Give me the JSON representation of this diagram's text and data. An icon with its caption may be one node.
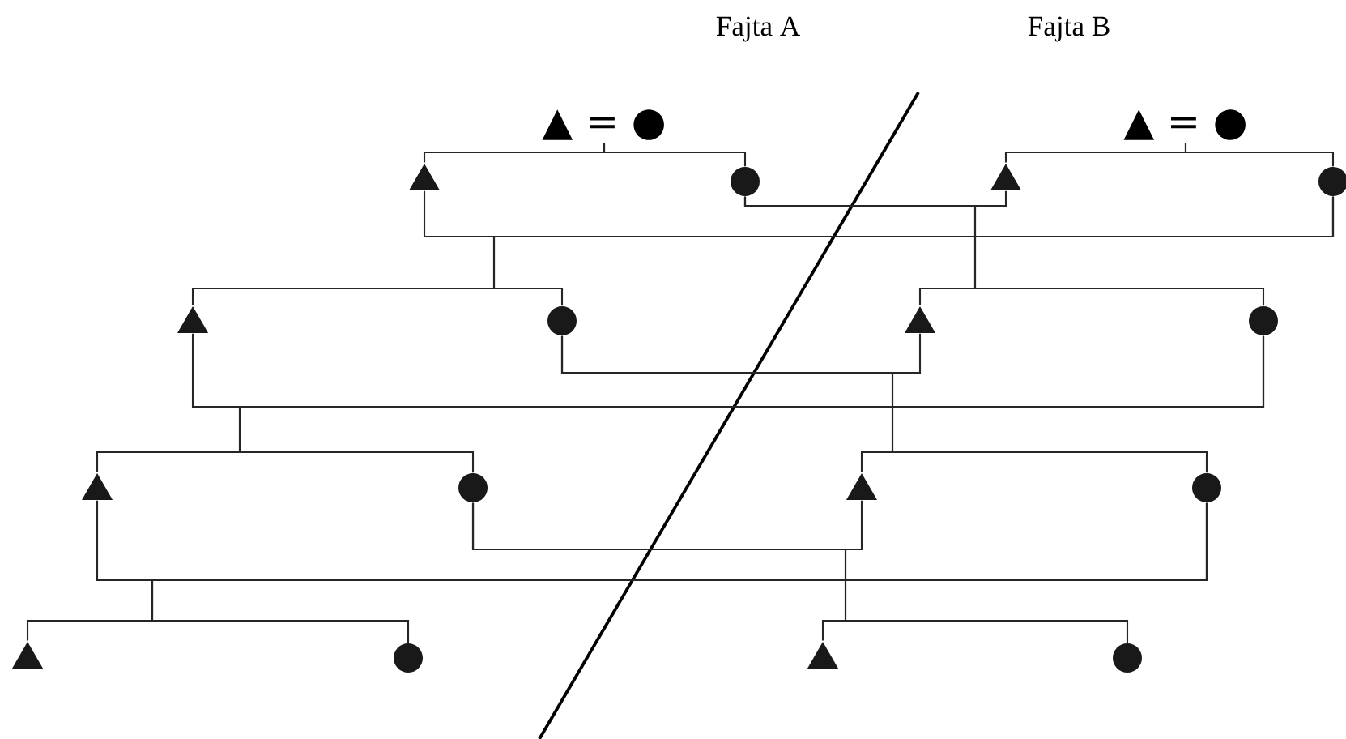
{
  "diagram": {
    "nodes": [
      {
        "text": [
          "▲ = ●"
        ]
      },
      {
        "text": [
          "▲ = ●"
        ]
      },
      {
        "text": [],
        "shape": "triangle"
      },
      {
        "text": [],
        "shape": "circle"
      },
      {
        "text": [],
        "shape": "triangle"
      },
      {
        "text": [],
        "shape": "circle"
      },
      {
        "text": [],
        "shape": "triangle"
      },
      {
        "text": [],
        "shape": "circle"
      },
      {
        "text": [],
        "shape": "triangle"
      },
      {
        "text": [],
        "shape": "circle"
      },
      {
        "text": [],
        "shape": "triangle"
      },
      {
        "text": [],
        "shape": "circle"
      },
      {
        "text": [],
        "shape": "triangle"
      },
      {
        "text": [],
        "shape": "circle"
      },
      {
        "text": [],
        "shape": "triangle"
      },
      {
        "text": [],
        "shape": "circle"
      },
      {
        "text": [],
        "shape": "triangle"
      },
      {
        "text": [],
        "shape": "circle"
      }
    ],
    "edges": [
      {
        "from": 0,
        "to": 2,
        "arrow": "none"
      },
      {
        "from": 0,
        "to": 3,
        "arrow": "none"
      },
      {
        "from": 1,
        "to": 4,
        "arrow": "none"
      },
      {
        "from": 1,
        "to": 5,
        "arrow": "none"
      },
      {
        "from": 3,
        "to": 4,
        "arrow": "none"
      },
      {
        "from": 2,
        "to": 5,
        "arrow": "none"
      },
      {
        "from": 5,
        "to": 6,
        "arrow": "none"
      },
      {
        "from": 5,
        "to": 7,
        "arrow": "none"
      },
      {
        "from": 3,
        "to": 8,
        "arrow": "none"
      },
      {
        "from": 3,
        "to": 9,
        "arrow": "none"
      },
      {
        "from": 7,
        "to": 8,
        "arrow": "none"
      },
      {
        "from": 6,
        "to": 9,
        "arrow": "none"
      },
      {
        "from": 9,
        "to": 10,
        "arrow": "none"
      },
      {
        "from": 9,
        "to": 11,
        "arrow": "none"
      },
      {
        "from": 7,
        "to": 12,
        "arrow": "none"
      },
      {
        "from": 7,
        "to": 13,
        "arrow": "none"
      },
      {
        "from": 11,
        "to": 12,
        "arrow": "none"
      },
      {
        "from": 10,
        "to": 13,
        "arrow": "none"
      },
      {
        "from": 13,
        "to": 14,
        "arrow": "none"
      },
      {
        "from": 13,
        "to": 15,
        "arrow": "none"
      },
      {
        "from": 11,
        "to": 16,
        "arrow": "none"
      },
      {
        "from": 11,
        "to": 17,
        "arrow": "none"
      }
    ],
    "labels": [
      "Fajta A",
      "Fajta B"
    ]
  }
}
